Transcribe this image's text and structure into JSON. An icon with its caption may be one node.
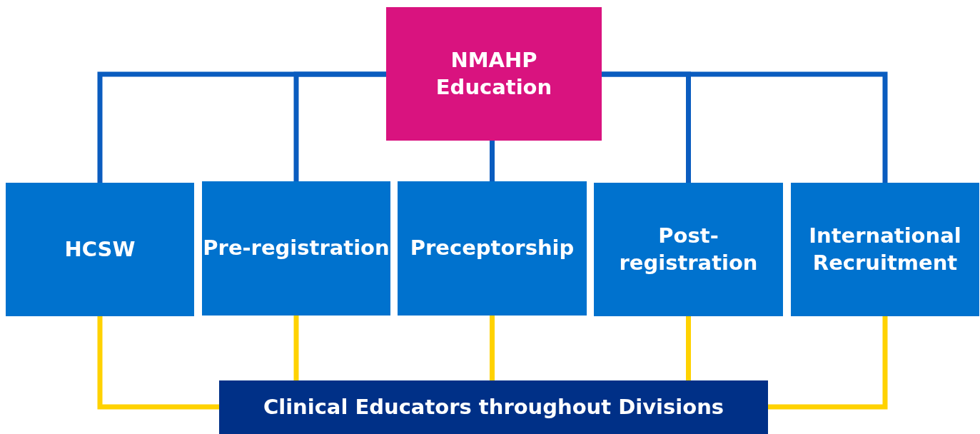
{
  "diagram": {
    "nodes": [
      {
        "text": [
          "NMAHP Education"
        ]
      },
      {
        "text": [
          "HCSW"
        ]
      },
      {
        "text": [
          "Pre-registration"
        ]
      },
      {
        "text": [
          "Preceptorship"
        ]
      },
      {
        "text": [
          "Post-registration"
        ]
      },
      {
        "text": [
          "International Recruitment"
        ]
      },
      {
        "text": [
          "Clinical Educators throughout Divisions"
        ]
      }
    ],
    "edges": [
      {
        "from": 0,
        "to": 1,
        "arrow": "none",
        "color": "#0a5cbf"
      },
      {
        "from": 0,
        "to": 2,
        "arrow": "none",
        "color": "#0a5cbf"
      },
      {
        "from": 0,
        "to": 3,
        "arrow": "none",
        "color": "#0a5cbf"
      },
      {
        "from": 0,
        "to": 4,
        "arrow": "none",
        "color": "#0a5cbf"
      },
      {
        "from": 0,
        "to": 5,
        "arrow": "none",
        "color": "#0a5cbf"
      },
      {
        "from": 1,
        "to": 6,
        "arrow": "none",
        "color": "#ffd200"
      },
      {
        "from": 2,
        "to": 6,
        "arrow": "none",
        "color": "#ffd200"
      },
      {
        "from": 3,
        "to": 6,
        "arrow": "none",
        "color": "#ffd200"
      },
      {
        "from": 4,
        "to": 6,
        "arrow": "none",
        "color": "#ffd200"
      },
      {
        "from": 5,
        "to": 6,
        "arrow": "none",
        "color": "#ffd200"
      }
    ]
  }
}
